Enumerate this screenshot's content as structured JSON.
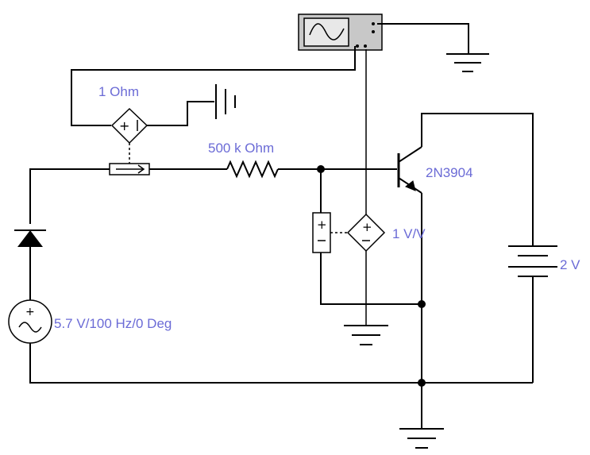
{
  "labels": {
    "current_sensor_gain": "1  Ohm",
    "resistor": "500 k Ohm",
    "transistor": "2N3904",
    "vcvs_gain": "1 V/V",
    "battery": "2 V",
    "ac_source": "5.7 V/100 Hz/0 Deg"
  },
  "colors": {
    "label": "#6b6bd6",
    "wire": "#000000",
    "oscilloscope_body": "#c8c8c8",
    "oscilloscope_screen": "#e8e8e8"
  }
}
